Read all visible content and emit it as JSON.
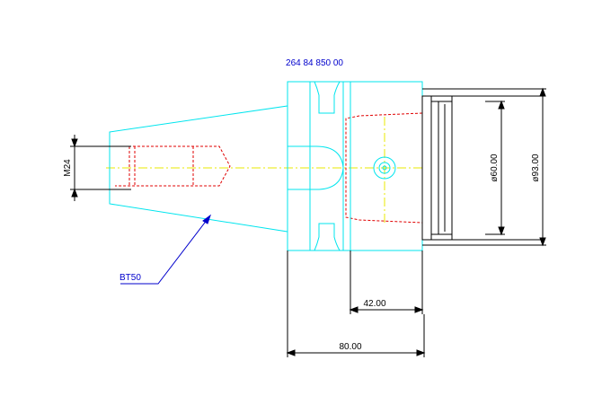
{
  "drawing": {
    "part_number": "264 84 850 00",
    "taper_label": "BT50",
    "thread_label": "M24",
    "dim_inner_diameter": "ø60.00",
    "dim_outer_diameter": "ø93.00",
    "dim_length_short": "42.00",
    "dim_length_total": "80.00"
  },
  "colors": {
    "background": "#ffffff",
    "outline": "#00e5ee",
    "hidden_lines": "#e00000",
    "center_lines": "#e8e800",
    "dimensions": "#000000",
    "annotation": "#0000cc"
  }
}
